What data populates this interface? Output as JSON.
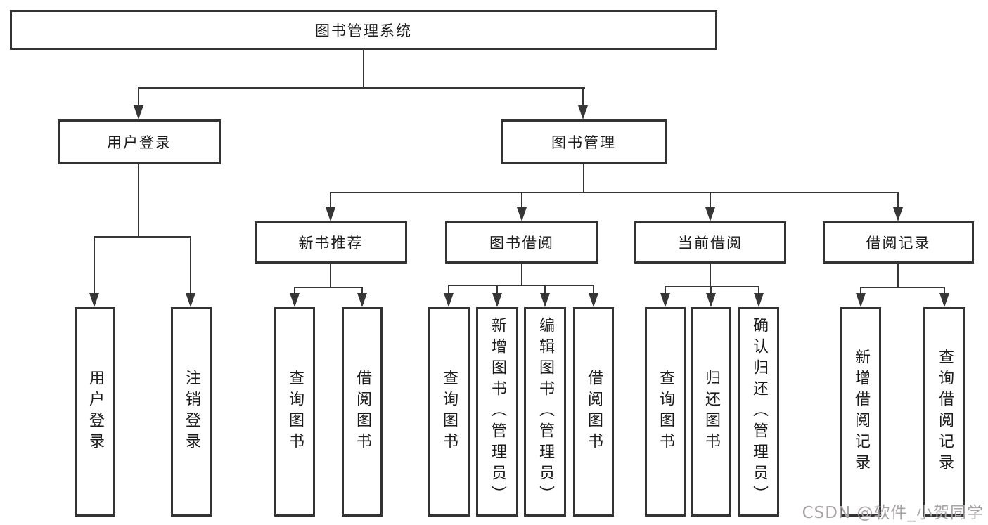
{
  "nodes": {
    "root": "图书管理系统",
    "login": "用户登录",
    "mgmt": "图书管理",
    "login_children": [
      "用户登录",
      "注销登录"
    ],
    "groups": [
      {
        "label": "新书推荐",
        "children": [
          "查询图书",
          "借阅图书"
        ]
      },
      {
        "label": "图书借阅",
        "children": [
          "查询图书",
          "新增图书（管理员）",
          "编辑图书（管理员）",
          "借阅图书"
        ]
      },
      {
        "label": "当前借阅",
        "children": [
          "查询图书",
          "归还图书",
          "确认归还（管理员）"
        ]
      },
      {
        "label": "借阅记录",
        "children": [
          "新增借阅记录",
          "查询借阅记录"
        ]
      }
    ]
  },
  "watermark": "CSDN @软件_小贺同学",
  "colors": {
    "bg": "#ffffff",
    "border": "#333333",
    "line": "#363636",
    "text": "#1c1c1c",
    "watermark": "#a9a4a4"
  }
}
